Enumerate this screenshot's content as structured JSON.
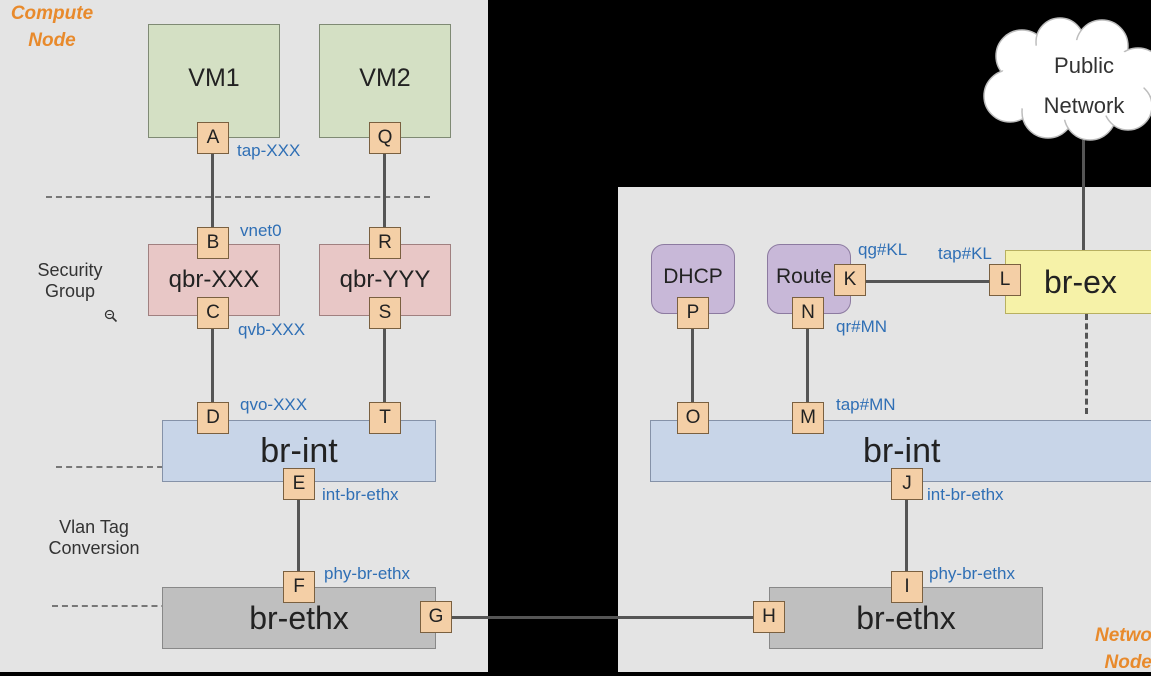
{
  "compute_title": "Compute Node",
  "network_title": "Netwo Node",
  "vm1": "VM1",
  "vm2": "VM2",
  "qbr_xxx": "qbr-XXX",
  "qbr_yyy": "qbr-YYY",
  "br_int_left": "br-int",
  "br_ethx_left": "br-ethx",
  "br_int_right": "br-int",
  "br_ethx_right": "br-ethx",
  "dhcp": "DHCP",
  "router": "Route",
  "br_ex": "br-ex",
  "public_network": "Public Network",
  "security_group": "Security Group",
  "vlan_tag_conversion": "Vlan Tag Conversion",
  "ports": {
    "A": "A",
    "B": "B",
    "C": "C",
    "D": "D",
    "E": "E",
    "F": "F",
    "G": "G",
    "H": "H",
    "I": "I",
    "J": "J",
    "K": "K",
    "L": "L",
    "M": "M",
    "N": "N",
    "O": "O",
    "P": "P",
    "Q": "Q",
    "R": "R",
    "S": "S",
    "T": "T"
  },
  "labels": {
    "tap_xxx": "tap-XXX",
    "vnet0": "vnet0",
    "qvb_xxx": "qvb-XXX",
    "qvo_xxx": "qvo-XXX",
    "int_br_ethx_left": "int-br-ethx",
    "phy_br_ethx_left": "phy-br-ethx",
    "qg_kl": "qg#KL",
    "tap_kl": "tap#KL",
    "qr_mn": "qr#MN",
    "tap_mn": "tap#MN",
    "int_br_ethx_right": "int-br-ethx",
    "phy_br_ethx_right": "phy-br-ethx"
  }
}
